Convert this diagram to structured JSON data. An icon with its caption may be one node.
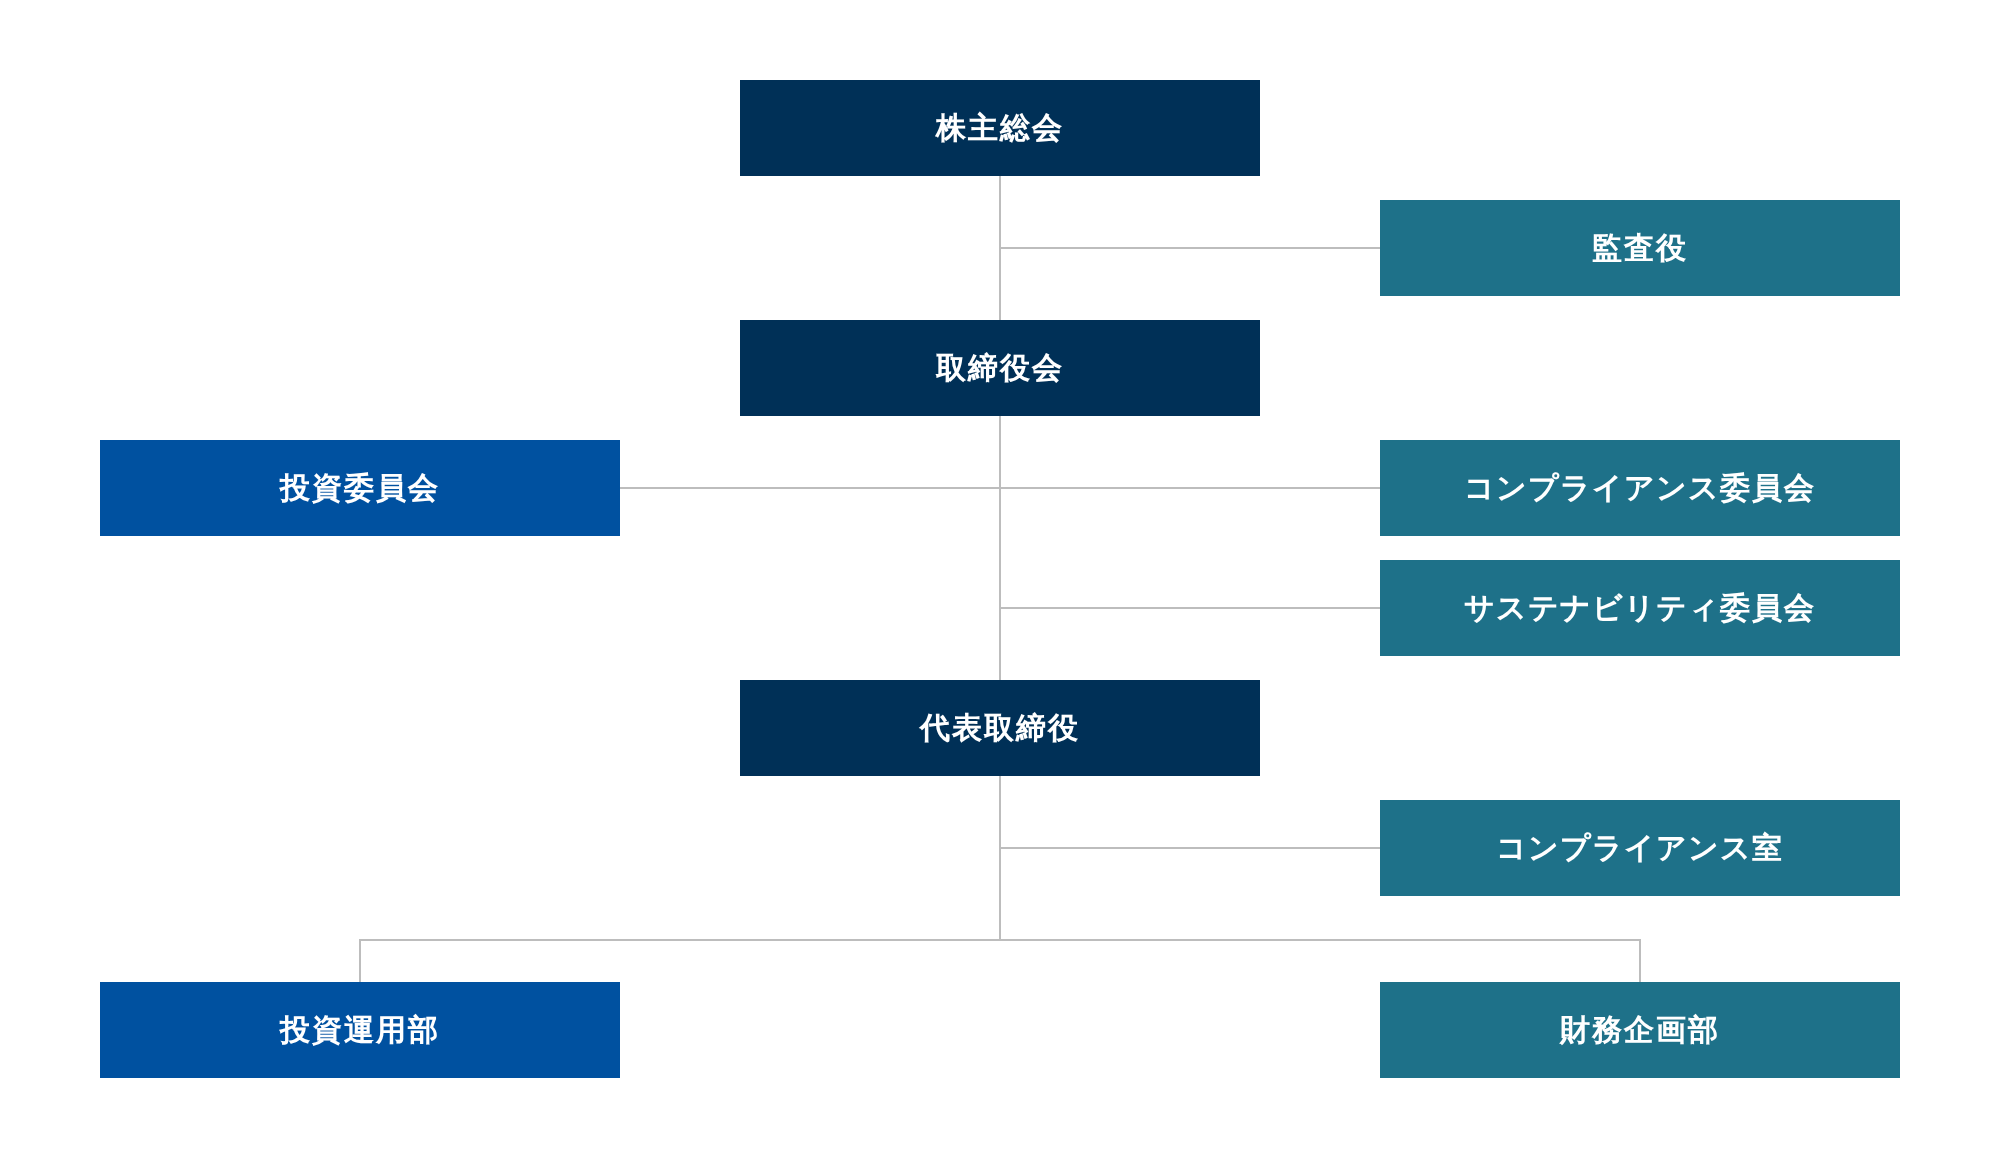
{
  "diagram": {
    "nodes": [
      {
        "text": [
          "株主総会"
        ]
      },
      {
        "text": [
          "監査役"
        ]
      },
      {
        "text": [
          "取締役会"
        ]
      },
      {
        "text": [
          "投資委員会"
        ]
      },
      {
        "text": [
          "コンプライアンス委員会"
        ]
      },
      {
        "text": [
          "サステナビリティ委員会"
        ]
      },
      {
        "text": [
          "代表取締役"
        ]
      },
      {
        "text": [
          "コンプライアンス室"
        ]
      },
      {
        "text": [
          "投資運用部"
        ]
      },
      {
        "text": [
          "財務企画部"
        ]
      }
    ],
    "edges": [
      {
        "from": 0,
        "to": 2,
        "arrow": "none"
      },
      {
        "from": 0,
        "to": 1,
        "arrow": "none"
      },
      {
        "from": 2,
        "to": 3,
        "arrow": "none"
      },
      {
        "from": 2,
        "to": 4,
        "arrow": "none"
      },
      {
        "from": 2,
        "to": 5,
        "arrow": "none"
      },
      {
        "from": 2,
        "to": 6,
        "arrow": "none"
      },
      {
        "from": 6,
        "to": 7,
        "arrow": "none"
      },
      {
        "from": 6,
        "to": 8,
        "arrow": "none"
      },
      {
        "from": 6,
        "to": 9,
        "arrow": "none"
      }
    ]
  }
}
